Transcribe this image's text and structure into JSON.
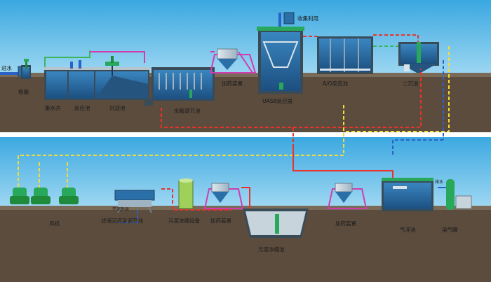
{
  "labels": {
    "inlet": "进水",
    "grille": "格栅",
    "collection_well": "集水井",
    "reaction_tank": "反应池",
    "sedimentation_tank": "沉淀池",
    "hydrolysis_tank": "水解调节池",
    "dosing_1": "加药装置",
    "uasb": "UASB反应器",
    "collection_use": "收集利用",
    "ao_tank": "A/O反应池",
    "secondary_clarifier": "二沉池",
    "blower": "风机",
    "filter_backwash_tank": "滤液回流至调节池",
    "dry_sludge_out": "干泥外运",
    "sludge_thickening_equipment": "污泥浓缩设备",
    "dosing_2": "加药装置",
    "sludge_thickening_tank": "污泥浓缩池",
    "dosing_3": "加药装置",
    "air_flotation_tank": "气浮池",
    "dissolved_air_tank": "溶气罐",
    "discharge": "排水"
  },
  "colors": {
    "sky": "#48b4e4",
    "ground": "#5b4c3e",
    "water": "#2a6fa8",
    "pipe_red": "#e8332a",
    "pipe_yellow": "#f2dc3a",
    "pipe_green": "#3cb45a",
    "pipe_magenta": "#d03db0",
    "pipe_blue": "#2a62c8",
    "equipment_green": "#27a85a"
  }
}
